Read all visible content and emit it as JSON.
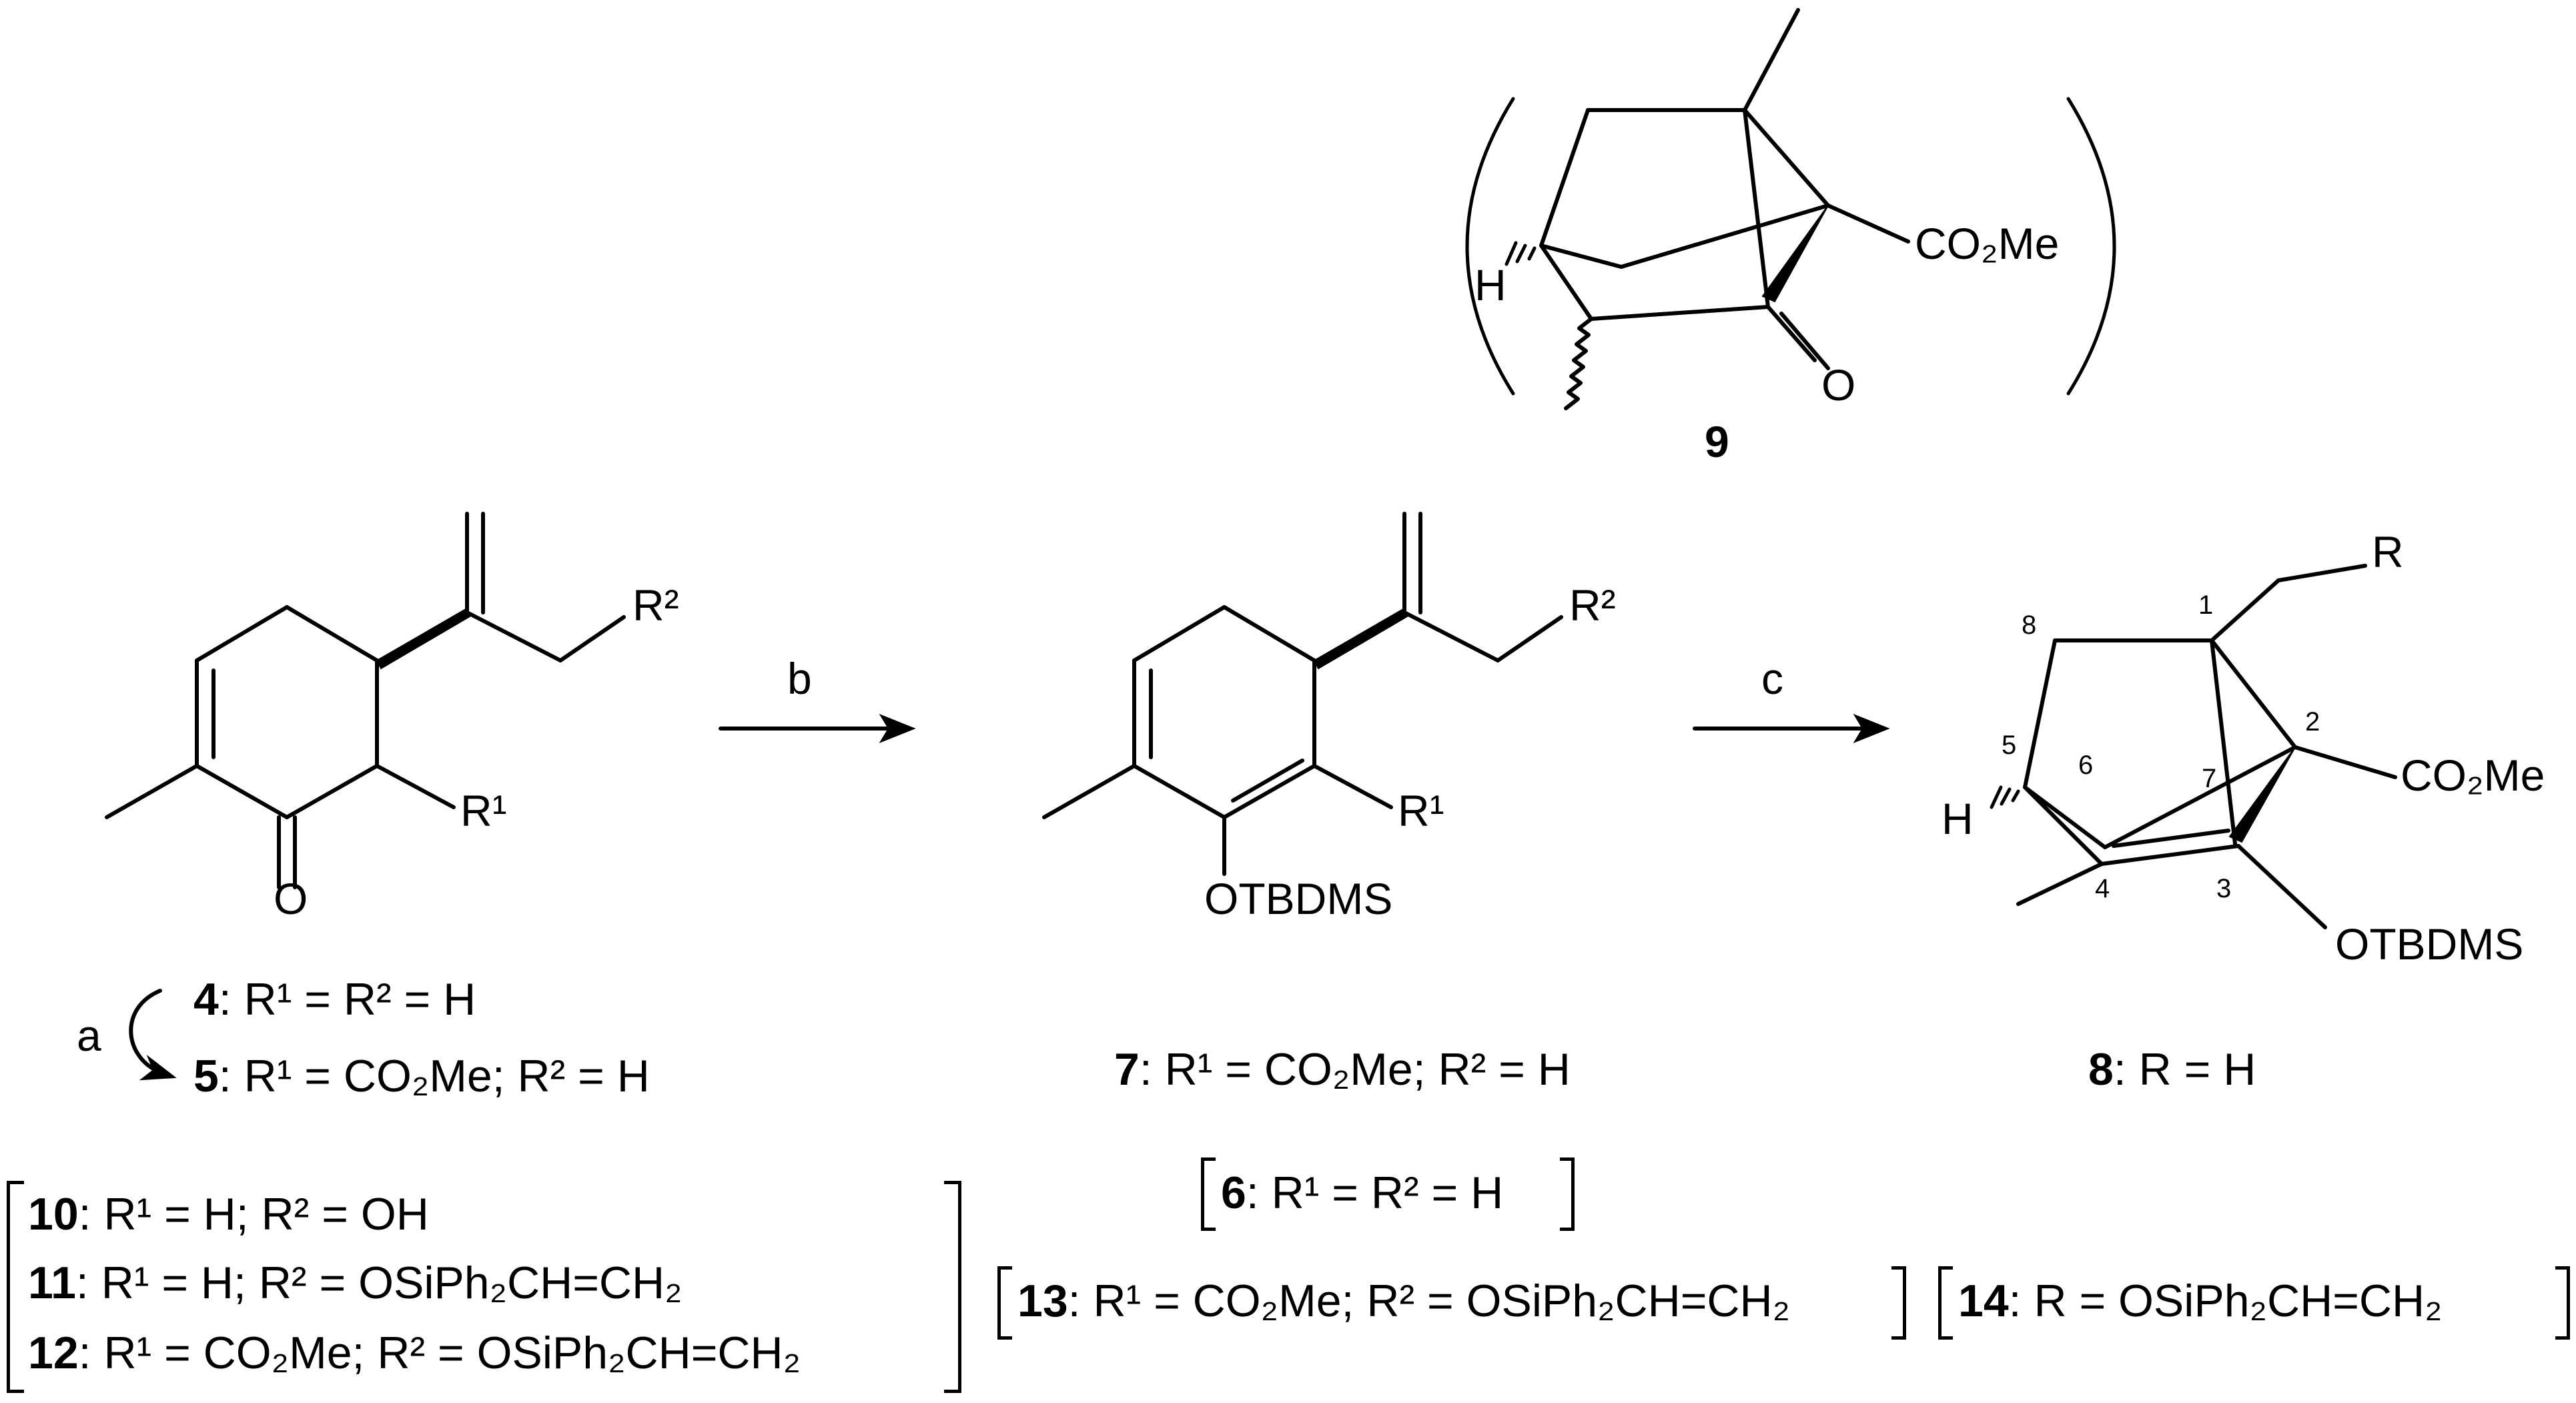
{
  "compounds": {
    "c9": {
      "number": "9"
    },
    "c4": {
      "number": "4",
      "def": "R¹ = R² = H"
    },
    "c5": {
      "number": "5",
      "def": "R¹ = CO₂Me; R² = H"
    },
    "c7": {
      "number": "7",
      "def": "R¹ = CO₂Me; R² = H"
    },
    "c6": {
      "number": "6",
      "def": "R¹ = R² = H"
    },
    "c8": {
      "number": "8",
      "def": "R = H"
    },
    "c10": {
      "number": "10",
      "def": "R¹ = H; R² = OH"
    },
    "c11": {
      "number": "11",
      "def": "R¹ = H; R² = OSiPh₂CH=CH₂"
    },
    "c12": {
      "number": "12",
      "def": "R¹ = CO₂Me; R² = OSiPh₂CH=CH₂"
    },
    "c13": {
      "number": "13",
      "def": "R¹ = CO₂Me; R² = OSiPh₂CH=CH₂"
    },
    "c14": {
      "number": "14",
      "def": "R = OSiPh₂CH=CH₂"
    }
  },
  "steps": {
    "a": "a",
    "b": "b",
    "c": "c"
  },
  "atoms": {
    "O": "O",
    "H": "H",
    "R": "R",
    "R1": "R¹",
    "R2": "R²",
    "CO2Me": "CO₂Me",
    "OTBDMS": "OTBDMS"
  },
  "locants": [
    "1",
    "2",
    "3",
    "4",
    "5",
    "6",
    "7",
    "8"
  ]
}
